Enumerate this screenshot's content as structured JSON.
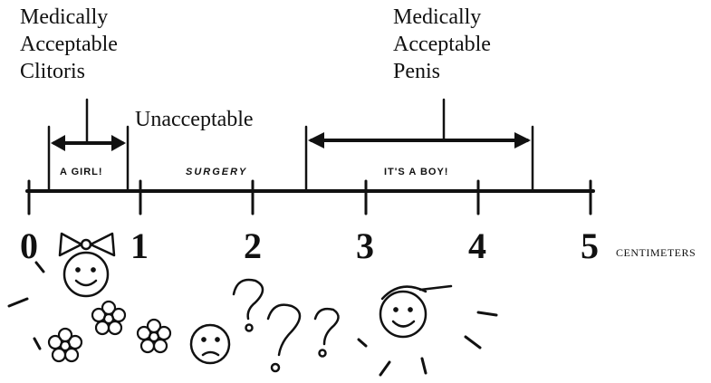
{
  "labels": {
    "clitoris": [
      "Medically",
      "Acceptable",
      "Clitoris"
    ],
    "penis": [
      "Medically",
      "Acceptable",
      "Penis"
    ],
    "unacceptable": "Unacceptable"
  },
  "zones": {
    "girl": "A Girl!",
    "surgery": "Surgery",
    "boy": "It's a Boy!"
  },
  "scale": {
    "ticks": [
      "0",
      "1",
      "2",
      "3",
      "4",
      "5"
    ],
    "unit": "CENTIMETERS"
  },
  "doodles": [
    "girl-face-with-bow-icon",
    "flower-icon",
    "sad-face-icon",
    "question-mark-icon",
    "boy-face-with-cap-icon"
  ]
}
